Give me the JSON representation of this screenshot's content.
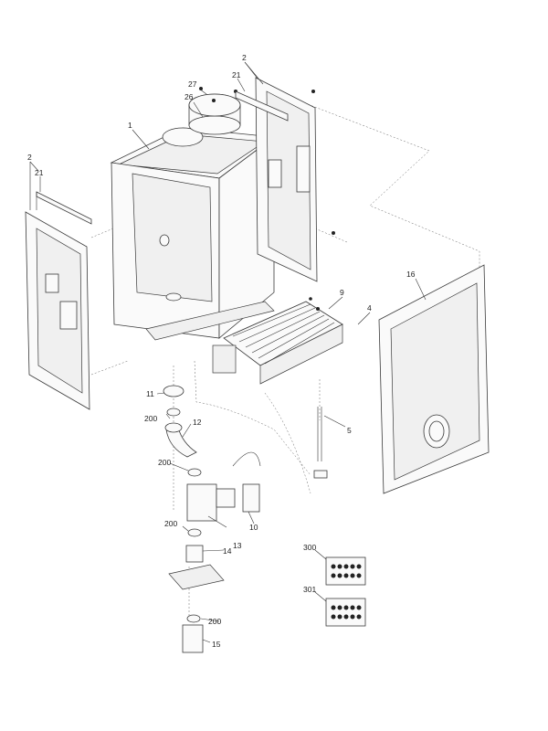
{
  "diagram": {
    "type": "exploded-parts-diagram",
    "subject": "boiler casing and components",
    "labels": [
      {
        "id": "1",
        "text": "1"
      },
      {
        "id": "2-left",
        "text": "2"
      },
      {
        "id": "2-right",
        "text": "2"
      },
      {
        "id": "21-left",
        "text": "21"
      },
      {
        "id": "21-right",
        "text": "21"
      },
      {
        "id": "26",
        "text": "26"
      },
      {
        "id": "27",
        "text": "27"
      },
      {
        "id": "16",
        "text": "16"
      },
      {
        "id": "9",
        "text": "9"
      },
      {
        "id": "4",
        "text": "4"
      },
      {
        "id": "5",
        "text": "5"
      },
      {
        "id": "11",
        "text": "11"
      },
      {
        "id": "12",
        "text": "12"
      },
      {
        "id": "200-a",
        "text": "200"
      },
      {
        "id": "200-b",
        "text": "200"
      },
      {
        "id": "200-c",
        "text": "200"
      },
      {
        "id": "200-d",
        "text": "200"
      },
      {
        "id": "10",
        "text": "10"
      },
      {
        "id": "13",
        "text": "13"
      },
      {
        "id": "14",
        "text": "14"
      },
      {
        "id": "15",
        "text": "15"
      },
      {
        "id": "300",
        "text": "300"
      },
      {
        "id": "301",
        "text": "301"
      }
    ]
  }
}
